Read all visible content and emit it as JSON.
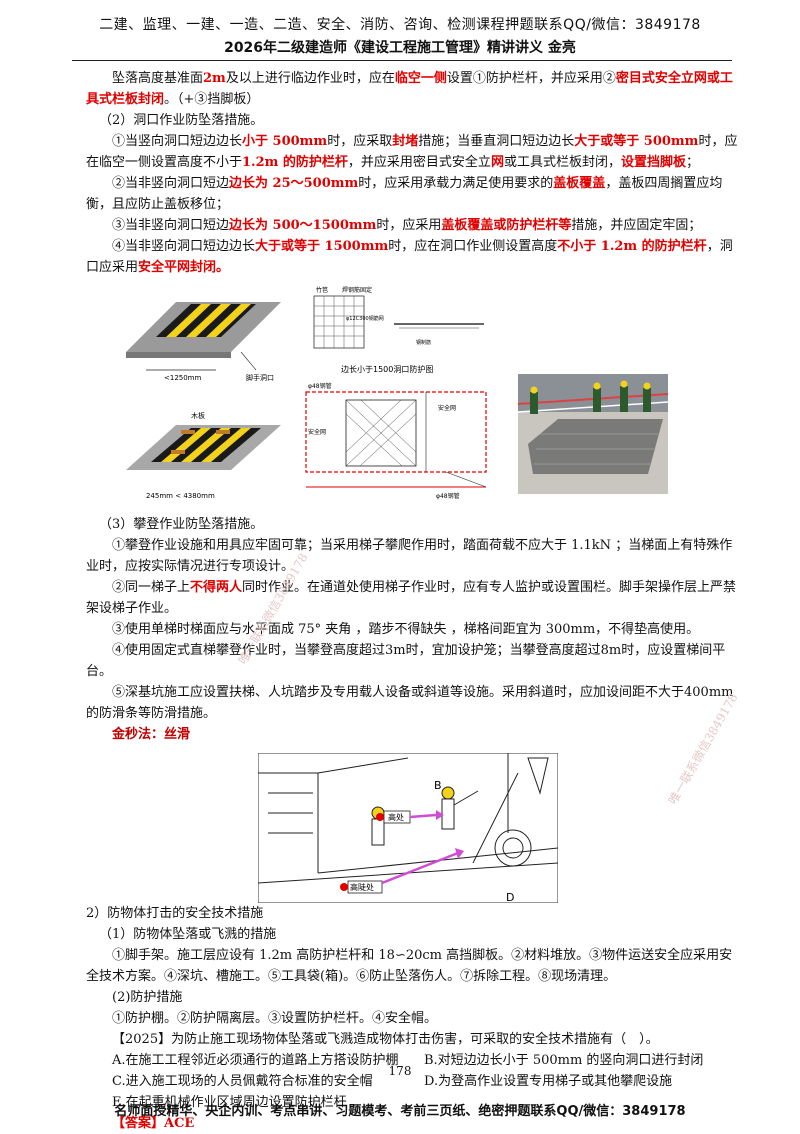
{
  "header": {
    "line1": "二建、监理、一建、一造、二造、安全、消防、咨询、检测课程押题联系QQ/微信：3849178",
    "line2": "2026年二级建造师《建设工程施工管理》精讲讲义 金亮"
  },
  "p1": {
    "t1": "坠落高度基准面",
    "t2": "2m",
    "t3": "及以上进行临边作业时，应在",
    "t4": "临空一侧",
    "t5": "设置①防护栏杆，并应采用②",
    "t6": "密目式安全立网或工具式栏板封闭",
    "t7": "。（+③挡脚板）"
  },
  "sec2": "（2）洞口作业防坠落措施。",
  "i1": {
    "a": "①当竖向洞口短边边长",
    "b": "小于 500mm",
    "c": "时，应采取",
    "d": "封堵",
    "e": "措施；当垂直洞口短边边长",
    "f": "大于或等于 500mm",
    "g": "时，应在临空一侧设置高度不小于",
    "h": "1.2m 的防护栏杆",
    "i": "，并应采用密目式安全立",
    "j": "网",
    "k": "或工具式栏板封闭，",
    "l": "设置挡脚板",
    "m": "；"
  },
  "i2": {
    "a": "②当非竖向洞口短边",
    "b": "边长为 25～500mm",
    "c": "时，应采用承载力满足使用要求的",
    "d": "盖板覆盖",
    "e": "，盖板四周搁置应均衡，且应防止盖板移位；"
  },
  "i3": {
    "a": "③当非竖向洞口短边",
    "b": "边长为 500～1500mm",
    "c": "时，应采用",
    "d": "盖板覆盖或防护栏杆等",
    "e": "措施，并应固定牢固；"
  },
  "i4": {
    "a": "④当非竖向洞口短边边长",
    "b": "大于或等于 1500mm",
    "c": "时，应在洞口作业侧设置高度",
    "d": "不小于 1.2m 的防护栏杆",
    "e": "，洞口应采用",
    "f": "安全平网封闭。"
  },
  "fig": {
    "dim1": "<1250mm",
    "lbl1": "脚手洞口",
    "lbl2": "木板",
    "dim2": "245mm < 4380mm",
    "lbl3": "竹笆",
    "lbl4": "焊钢筋固定",
    "lbl5": "φ12C300钢筋网",
    "lbl6": "钢制筋",
    "title": "边长小于1500洞口防护图",
    "lbl7": "φ48钢管",
    "lbl8": "安全网",
    "lbl9": "安全网",
    "lbl10": "φ48钢管"
  },
  "sec3": "（3）攀登作业防坠落措施。",
  "c1": "①攀登作业设施和用具应牢固可靠；当采用梯子攀爬作用时，踏面荷载不应大于 1.1kN ；当梯面上有特殊作业时，应按实际情况进行专项设计。",
  "c2": {
    "a": "②同一梯子上",
    "b": "不得两人",
    "c": "同时作业。在通道处使用梯子作业时，应有专人监护或设置围栏。脚手架操作层上严禁架设梯子作业。"
  },
  "c3": "③使用单梯时梯面应与水平面成 75° 夹角 ，踏步不得缺失 ，梯格间距宜为 300mm，不得垫高使用。",
  "c4": "④使用固定式直梯攀登作业时，当攀登高度超过3m时，宜加设护笼；当攀登高度超过8m时，应设置梯间平台。",
  "c5": "⑤深基坑施工应设置扶梯、人坑踏步及专用载人设备或斜道等设施。采用斜道时，应加设间距不大于400mm的防滑条等防滑措施。",
  "mnemonic": "金秒法：丝滑",
  "cartoon": {
    "lblB": "B",
    "lblD": "D",
    "tag1": "高处",
    "tag2": "高陡处"
  },
  "sec4": "2）防物体打击的安全技术措施",
  "sec4a": "（1）防物体坠落或飞溅的措施",
  "d1": "①脚手架。施工层应设有 1.2m 高防护栏杆和 18∽20cm 高挡脚板。②材料堆放。③物件运送安全应采用安全技术方案。④深坑、槽施工。⑤工具袋(箱)。⑥防止坠落伤人。⑦拆除工程。⑧现场清理。",
  "sec4b": "(2)防护措施",
  "d2": "①防护棚。②防护隔离层。③设置防护栏杆。④安全帽。",
  "question": "【2025】为防止施工现场物体坠落或飞溅造成物体打击伤害，可采取的安全技术措施有（　）。",
  "options": {
    "A": "A.在施工工程邻近必须通行的道路上方搭设防护棚",
    "B": "B.对短边边长小于 500mm 的竖向洞口进行封闭",
    "C": "C.进入施工现场的人员佩戴符合标准的安全帽",
    "D": "D.为登高作业设置专用梯子或其他攀爬设施",
    "E": "E.在起重机械作业区域周边设置防护栏杆"
  },
  "answer": "【答案】ACE",
  "page_number": "178",
  "footer": "名师面授精华、央企内训、考点串讲、习题模考、考前三页纸、绝密押题联系QQ/微信：3849178",
  "watermark": "唯一联系微信3849178",
  "colors": {
    "red": "#e00000",
    "highlight_yellow": "#f2d21b",
    "arrow_magenta": "#d24bd6"
  }
}
